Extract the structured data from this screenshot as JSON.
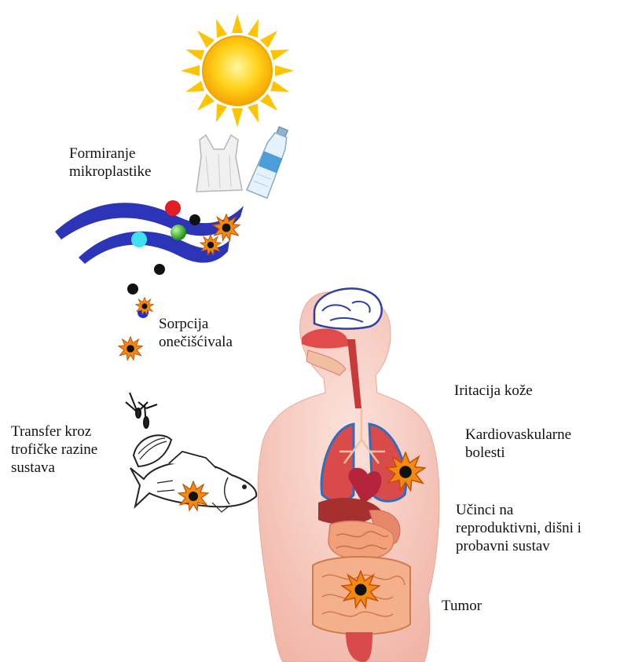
{
  "labels": {
    "microplastic_formation": [
      "Formiranje",
      "mikroplastike"
    ],
    "pollutant_sorption": [
      "Sorpcija",
      "onečišćivala"
    ],
    "trophic_transfer": [
      "Transfer kroz",
      "trofičke razine",
      "sustava"
    ],
    "skin_irritation": [
      "Iritacija kože"
    ],
    "cardiovascular": [
      "Kardiovaskularne",
      "bolesti"
    ],
    "system_effects": [
      "Učinci na",
      "reproduktivni, dišni i",
      "probavni sustav"
    ],
    "tumor": [
      "Tumor"
    ]
  },
  "icons": {
    "sun": "sun-icon",
    "plastic_bag": "plastic-bag-icon",
    "bottle": "plastic-bottle-icon",
    "waves": "ocean-waves-icon",
    "pollutant": "pollutant-burst-icon",
    "zooplankton": "zooplankton-icon",
    "mussel": "mussel-icon",
    "fish": "fish-icon",
    "human": "human-body-icon"
  },
  "colors": {
    "wave": "#2c35b8",
    "sun_core": "#ffd21a",
    "sun_rays": "#ffc400",
    "burst": "#f28a12",
    "skin": "#f7c8bd",
    "lung": "#d94b4b",
    "brain": "#2e3fa8",
    "intestine": "#e8855a"
  }
}
